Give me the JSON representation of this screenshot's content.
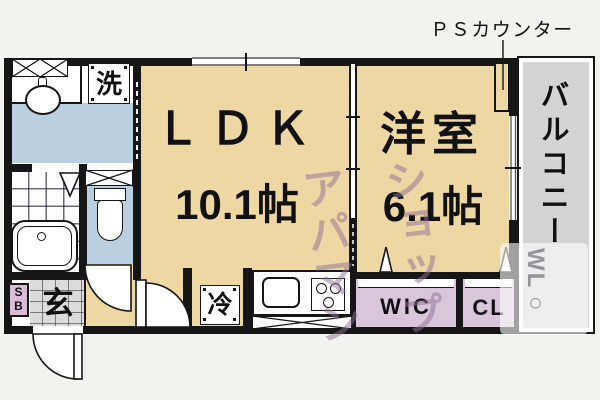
{
  "annotation": {
    "ps_counter": "ＰＳカウンター"
  },
  "rooms": {
    "ldk": {
      "name": "ＬＤＫ",
      "size": "10.1帖"
    },
    "western_room": {
      "name": "洋室",
      "size": "6.1帖"
    },
    "balcony": {
      "name": "バルコニー"
    },
    "entrance": {
      "label": "玄"
    },
    "wic": {
      "label": "WIC"
    },
    "closet": {
      "label": "CL"
    }
  },
  "fixtures": {
    "washer": "洗",
    "fridge": "冷",
    "shoe_box": {
      "line1": "S",
      "line2": "B"
    }
  },
  "watermark": {
    "col1": "アパマン",
    "col2": "ショップ",
    "mark": "WL○"
  },
  "colors": {
    "room_tan": "#edd8a3",
    "balcony_gray": "#d4d4d4",
    "water_blue": "#bad0e1",
    "closet_purple": "#d9c6da",
    "shoebox_pink": "#dabcd6",
    "entrance_gray": "#dcdcdc",
    "wall_black": "#161616",
    "watermark_purple": "#8e6e94"
  }
}
